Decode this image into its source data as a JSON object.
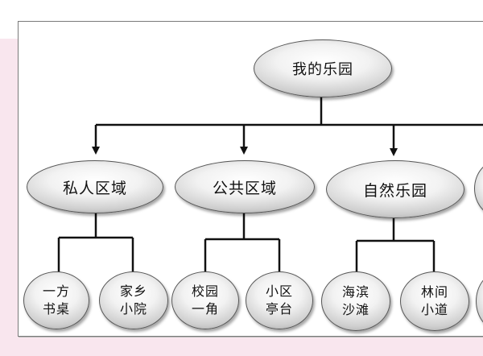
{
  "root": {
    "label": "我的乐园"
  },
  "categories": [
    {
      "label": "私人区域",
      "children": [
        "一方\n书桌",
        "家乡\n小院"
      ]
    },
    {
      "label": "公共区域",
      "children": [
        "校园\n一角",
        "小区\n亭台"
      ]
    },
    {
      "label": "自然乐园",
      "children": [
        "海滨\n沙滩",
        "林间\n小道"
      ]
    }
  ],
  "colors": {
    "line": "#111111",
    "page_tint": "#f9e6ee",
    "node_fill": "#eeeeee"
  }
}
